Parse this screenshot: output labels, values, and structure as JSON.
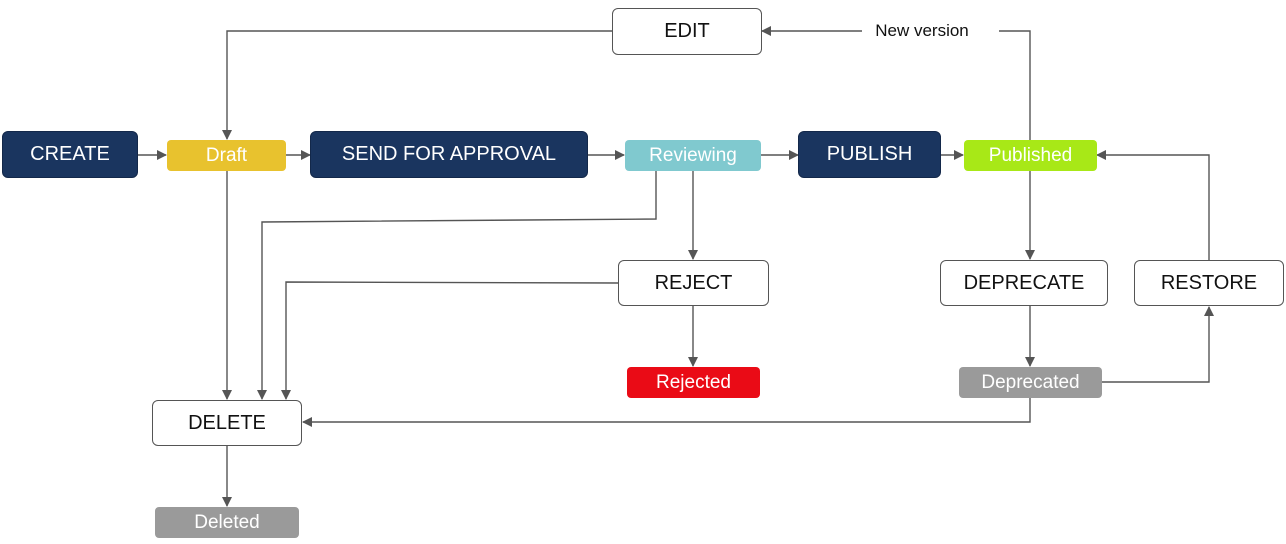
{
  "diagram": {
    "actions": {
      "create": "CREATE",
      "send_for_approval": "SEND FOR APPROVAL",
      "publish": "PUBLISH",
      "edit": "EDIT",
      "reject": "REJECT",
      "deprecate": "DEPRECATE",
      "restore": "RESTORE",
      "delete": "DELETE"
    },
    "states": {
      "draft": "Draft",
      "reviewing": "Reviewing",
      "published": "Published",
      "rejected": "Rejected",
      "deprecated": "Deprecated",
      "deleted": "Deleted"
    },
    "edge_labels": {
      "new_version": "New version"
    },
    "colors": {
      "action_dark": "#1a355f",
      "draft": "#e8c22e",
      "reviewing": "#80c9cf",
      "published": "#a8e817",
      "rejected": "#ea0b16",
      "deprecated": "#9a9a9a",
      "deleted": "#9a9a9a",
      "edge": "#555555"
    }
  }
}
